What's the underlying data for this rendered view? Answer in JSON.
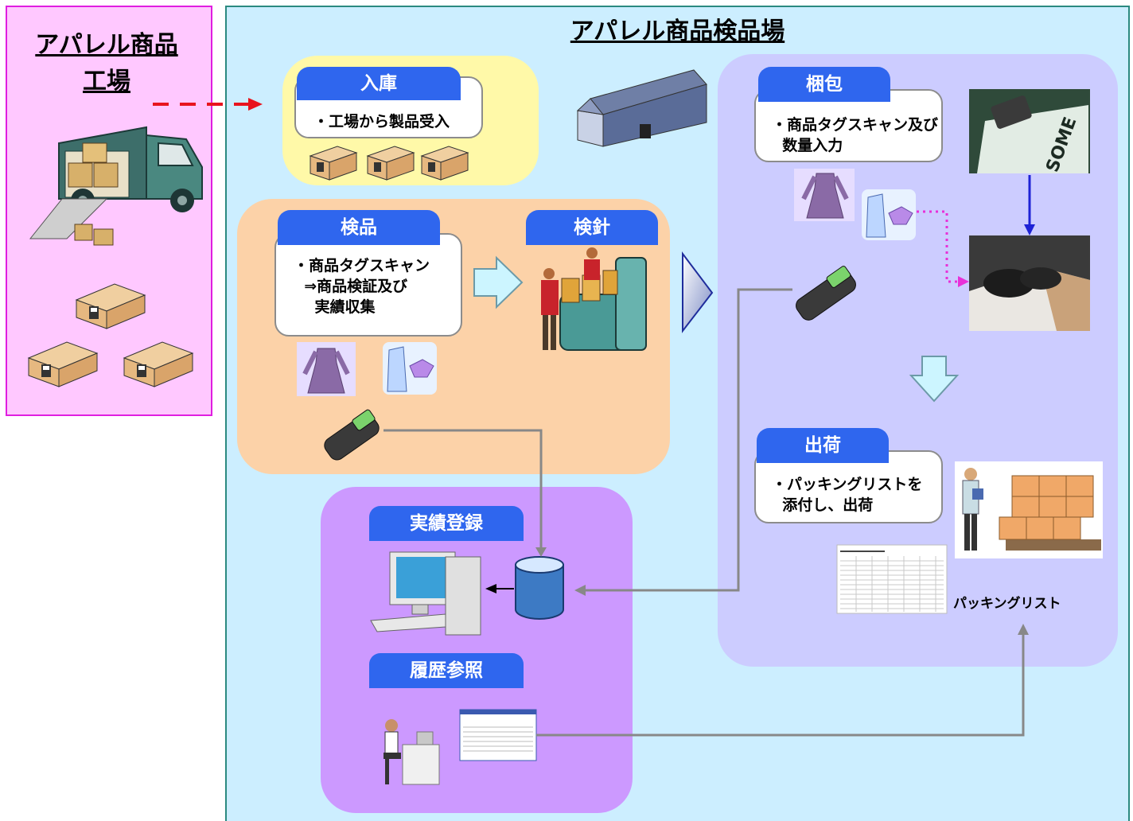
{
  "factory": {
    "title_line1": "アパレル商品",
    "title_line2": "工場"
  },
  "inspection_site": {
    "title": "アパレル商品検品場"
  },
  "receiving": {
    "label": "入庫",
    "lines": [
      "・工場から製品受入"
    ]
  },
  "inspection": {
    "label": "検品",
    "lines": [
      "・商品タグスキャン",
      "  ⇒商品検証及び",
      "    実績収集"
    ]
  },
  "needle_check": {
    "label": "検針"
  },
  "packing": {
    "label": "梱包",
    "lines": [
      "・商品タグスキャン及び",
      "  数量入力"
    ]
  },
  "shipping": {
    "label": "出荷",
    "lines": [
      "・パッキングリストを",
      "  添付し、出荷"
    ]
  },
  "record_registration": {
    "label": "実績登録"
  },
  "history_reference": {
    "label": "履歴参照"
  },
  "packing_list_caption": "パッキングリスト",
  "colors": {
    "factory_bg": "#ffc8ff",
    "site_bg": "#cceeff",
    "receiving_bg": "#fff9a8",
    "inspection_bg": "#fcd2a8",
    "packing_bg": "#ccccff",
    "system_bg": "#cc99ff",
    "label_blue": "#2f66ee"
  }
}
